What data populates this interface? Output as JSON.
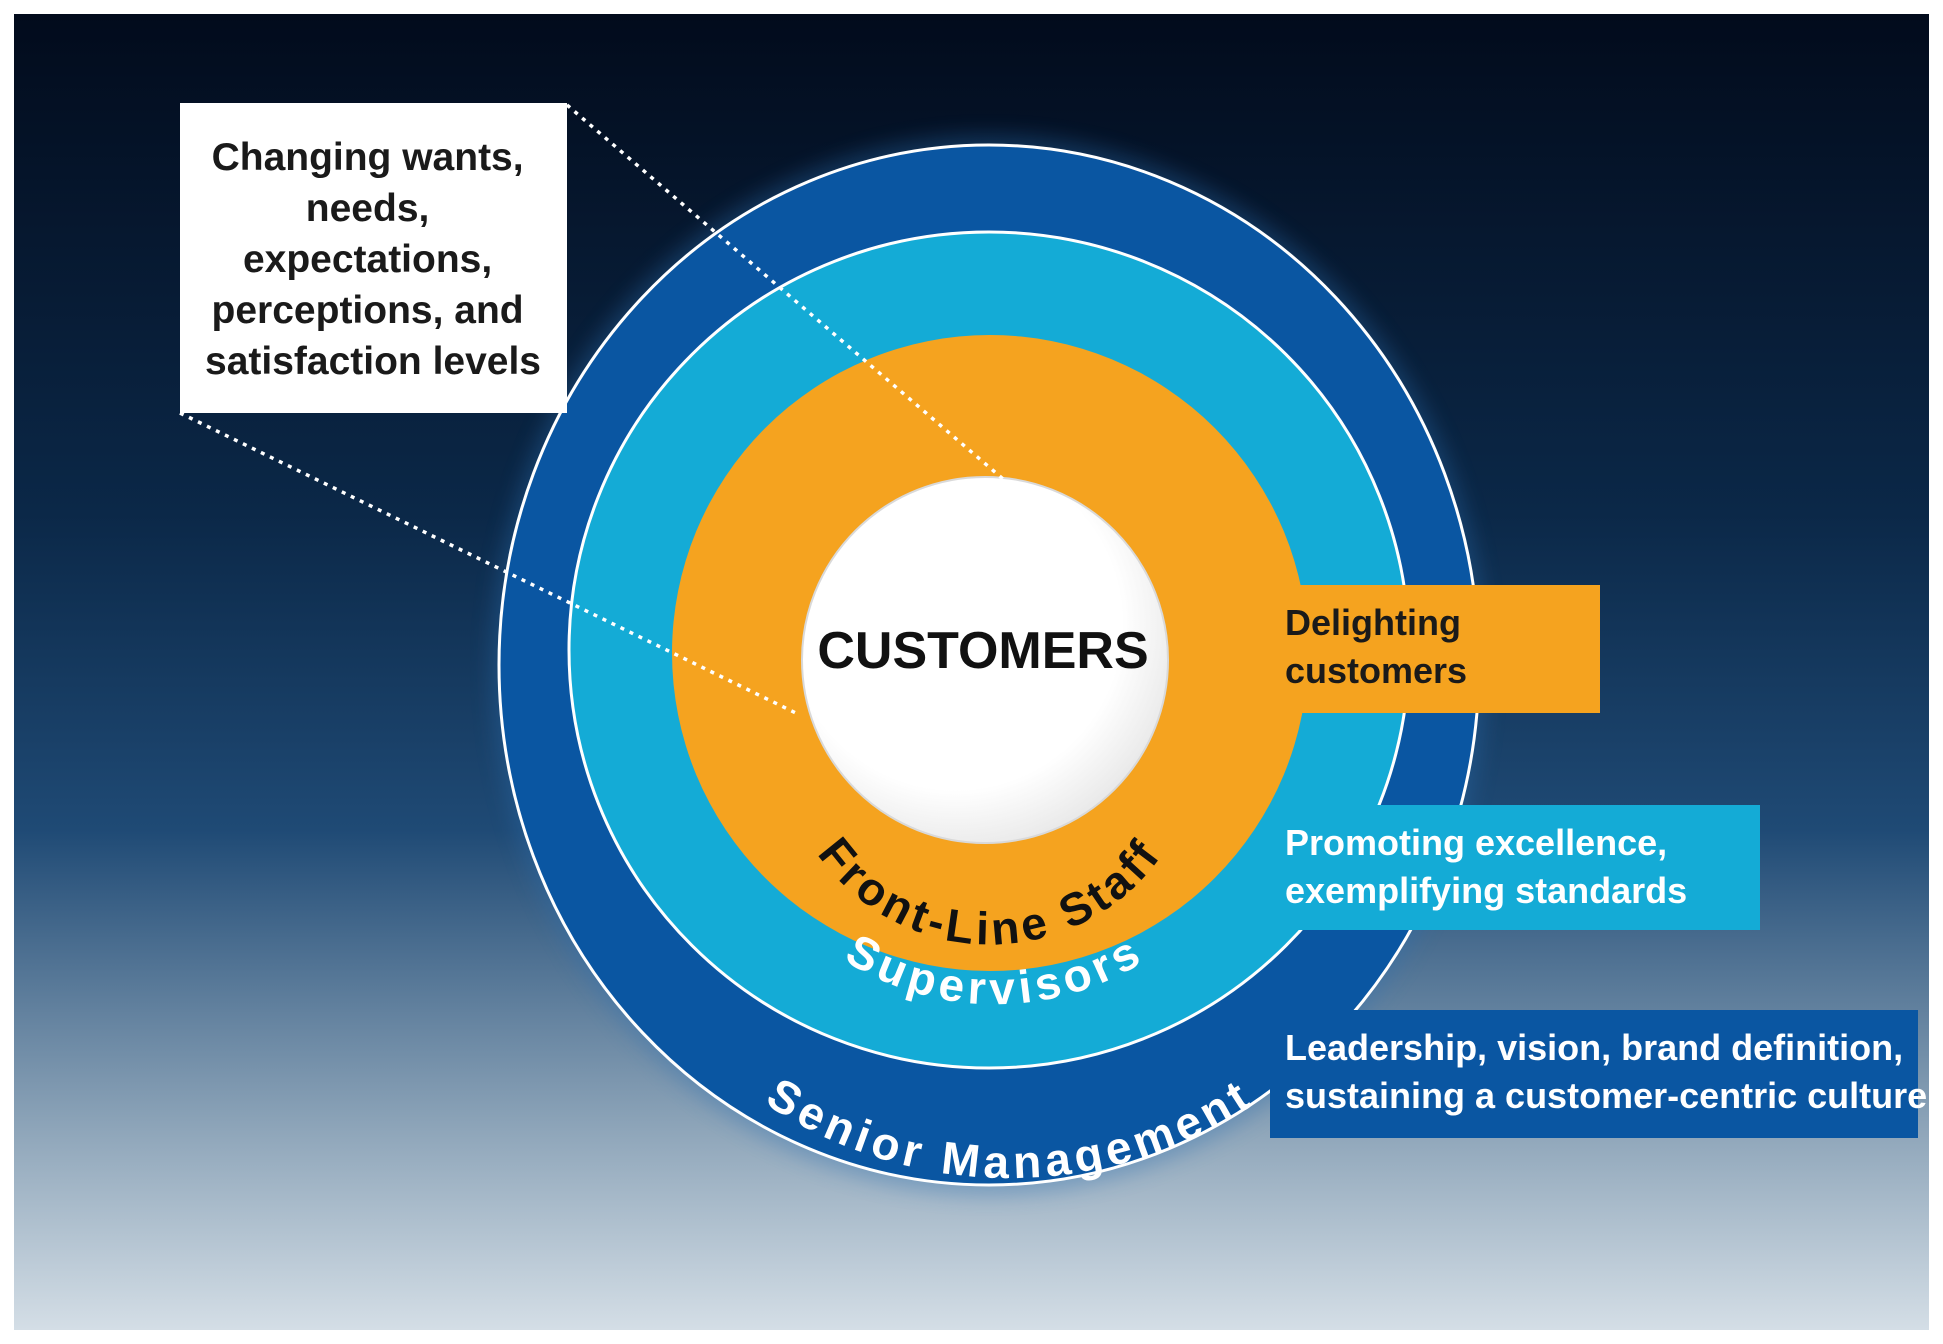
{
  "diagram": {
    "center_label": "CUSTOMERS",
    "rings": [
      {
        "label": "Front-Line Staff",
        "color": "#F5A31F"
      },
      {
        "label": "Supervisors",
        "color": "#14ABD6"
      },
      {
        "label": "Senior Management",
        "color": "#0A56A2"
      }
    ],
    "callout_box": {
      "lines": [
        "Changing wants,",
        "needs,",
        "expectations,",
        "perceptions, and",
        "satisfaction levels"
      ]
    },
    "side_labels": [
      {
        "lines": [
          "Delighting",
          "customers"
        ],
        "color": "#F5A31F",
        "text_color": "#1a1a1a"
      },
      {
        "lines": [
          "Promoting excellence,",
          "exemplifying standards"
        ],
        "color": "#14ABD6",
        "text_color": "#ffffff"
      },
      {
        "lines": [
          "Leadership, vision, brand definition,",
          "sustaining a customer-centric culture"
        ],
        "color": "#0A56A2",
        "text_color": "#ffffff"
      }
    ],
    "colors": {
      "background_top": "#020b1c",
      "background_mid": "#163a66",
      "background_bottom": "#d4dee6",
      "center_fill": "#ffffff"
    }
  }
}
